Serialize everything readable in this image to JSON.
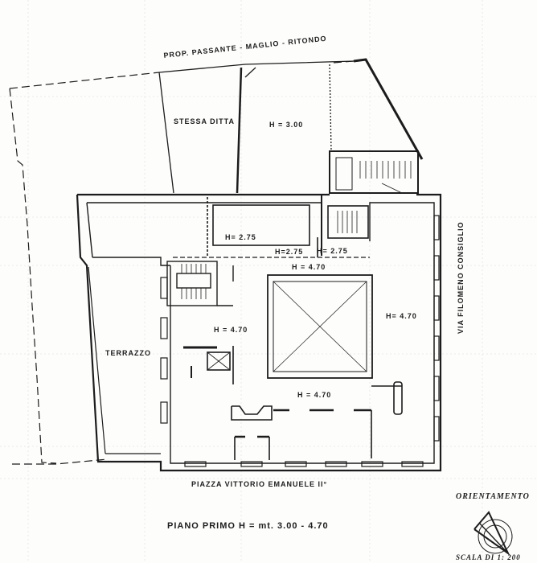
{
  "drawing": {
    "title": "PIANO PRIMO  H = mt. 3.00 - 4.70",
    "neighbour_property": "PROP.   PASSANTE - MAGLIO - RITONDO",
    "street_right": "VIA   FILOMENO   CONSIGLIO",
    "square_bottom": "PIAZZA    VITTORIO    EMANUELE    II°",
    "orientation_label": "ORIENTAMENTO",
    "scale_label": "SCALA DI 1: 200",
    "colors": {
      "ink": "#1c1c1c",
      "paper": "#fdfdfc",
      "grid": "#d8d8d8"
    }
  },
  "rooms": [
    {
      "id": "stessa-ditta",
      "label": "STESSA  DITTA"
    },
    {
      "id": "north-room",
      "label": "H = 3.00"
    },
    {
      "id": "room-a",
      "label": "H= 2.75"
    },
    {
      "id": "corridor",
      "label": "H=2.75"
    },
    {
      "id": "room-b",
      "label": "H=  2.75"
    },
    {
      "id": "gallery-north",
      "label": "H = 4.70"
    },
    {
      "id": "east-wing",
      "label": "H= 4.70"
    },
    {
      "id": "west-hall",
      "label": "H = 4.70"
    },
    {
      "id": "gallery-south",
      "label": "H = 4.70"
    },
    {
      "id": "terrace",
      "label": "TERRAZZO"
    }
  ]
}
